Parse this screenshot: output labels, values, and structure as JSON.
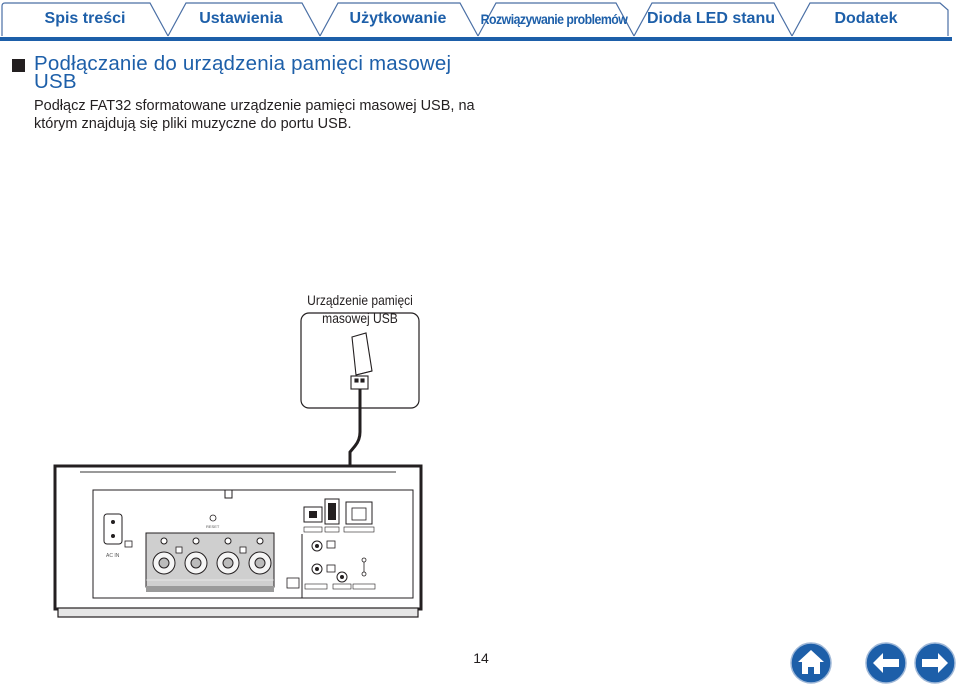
{
  "nav": {
    "tabs": [
      {
        "label": "Spis treści"
      },
      {
        "label": "Ustawienia"
      },
      {
        "label": "Użytkowanie"
      },
      {
        "label": "Rozwiązywanie problemów"
      },
      {
        "label": "Dioda LED stanu"
      },
      {
        "label": "Dodatek"
      }
    ]
  },
  "heading": "Podłączanie do urządzenia pamięci masowej USB",
  "body": "Podłącz FAT32 sformatowane urządzenie pamięci masowej USB, na którym znajdują się pliki muzyczne do portu USB.",
  "diagram": {
    "usb_label": "Urządzenie pamięci masowej USB"
  },
  "page_number": "14",
  "colors": {
    "accent": "#1d5fa9",
    "text": "#231f20",
    "button": "#1d5fa9"
  },
  "icons": [
    "home-icon",
    "arrow-left-icon",
    "arrow-right-icon"
  ]
}
